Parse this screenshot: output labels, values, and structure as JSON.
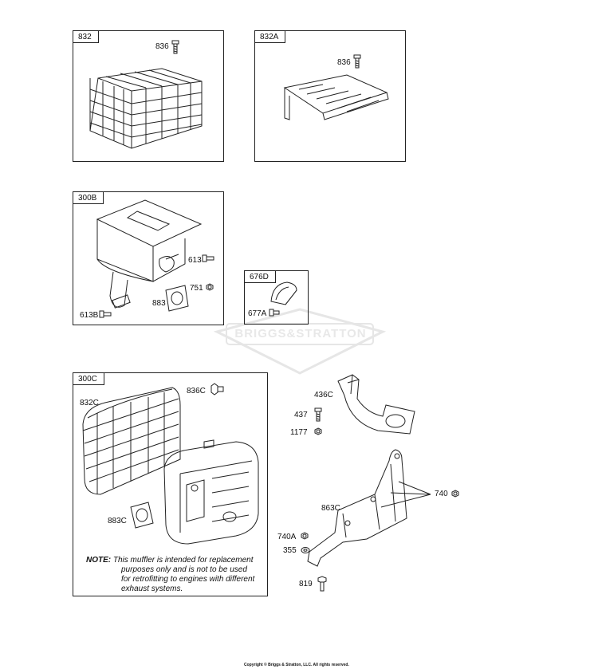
{
  "sections": {
    "s832": "832",
    "s832a": "832A",
    "s300b": "300B",
    "s676d": "676D",
    "s300c": "300C"
  },
  "parts": {
    "p836_a": "836",
    "p836_b": "836",
    "p613": "613",
    "p751": "751",
    "p883": "883",
    "p613b": "613B",
    "p677a": "677A",
    "p832c": "832C",
    "p836c": "836C",
    "p883c": "883C",
    "p436c": "436C",
    "p437": "437",
    "p1177": "1177",
    "p740": "740",
    "p863c": "863C",
    "p740a": "740A",
    "p355": "355",
    "p819": "819"
  },
  "note": {
    "label": "NOTE:",
    "line1": "This muffler is intended for replacement",
    "line2": "purposes only and is not to be used",
    "line3": "for retrofitting to engines with different",
    "line4": "exhaust systems."
  },
  "watermark": "BRIGGS&STRATTON",
  "footer": "Copyright © Briggs & Stratton, LLC. All rights reserved."
}
